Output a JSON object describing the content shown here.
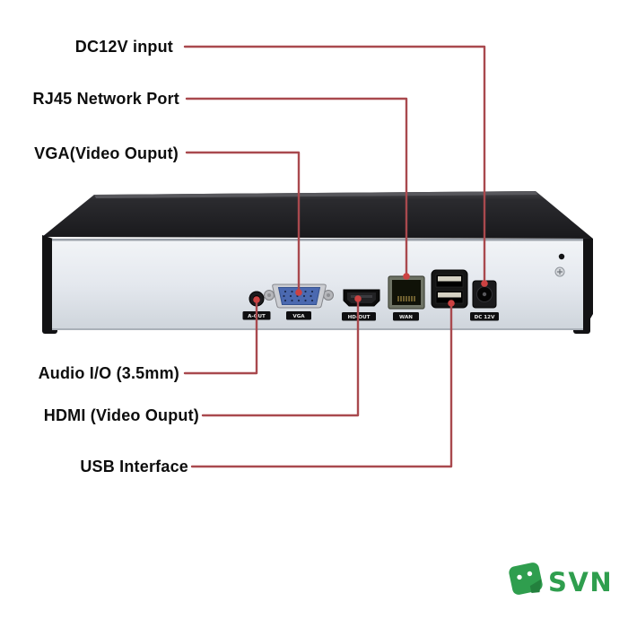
{
  "callouts": [
    {
      "id": "dc-input",
      "label": "DC12V input"
    },
    {
      "id": "rj45-port",
      "label": "RJ45 Network Port"
    },
    {
      "id": "vga-port",
      "label": "VGA(Video Ouput)"
    },
    {
      "id": "audio-io",
      "label": "Audio I/O (3.5mm)"
    },
    {
      "id": "hdmi-port",
      "label": "HDMI (Video Ouput)"
    },
    {
      "id": "usb-port",
      "label": "USB Interface"
    }
  ],
  "device": {
    "badges": {
      "audio": "A-OUT",
      "vga": "VGA",
      "hdmi": "HD-OUT",
      "lan": "WAN",
      "power": "DC 12V"
    }
  },
  "logo": {
    "text": "SVN",
    "color": "#2f9e4e"
  },
  "colors": {
    "callout_line": "#a9494e",
    "callout_dot": "#cc4242",
    "label_text": "#0d0d0d",
    "chassis_dark": "#1c1c1f",
    "panel_light": "#e6eaef"
  }
}
